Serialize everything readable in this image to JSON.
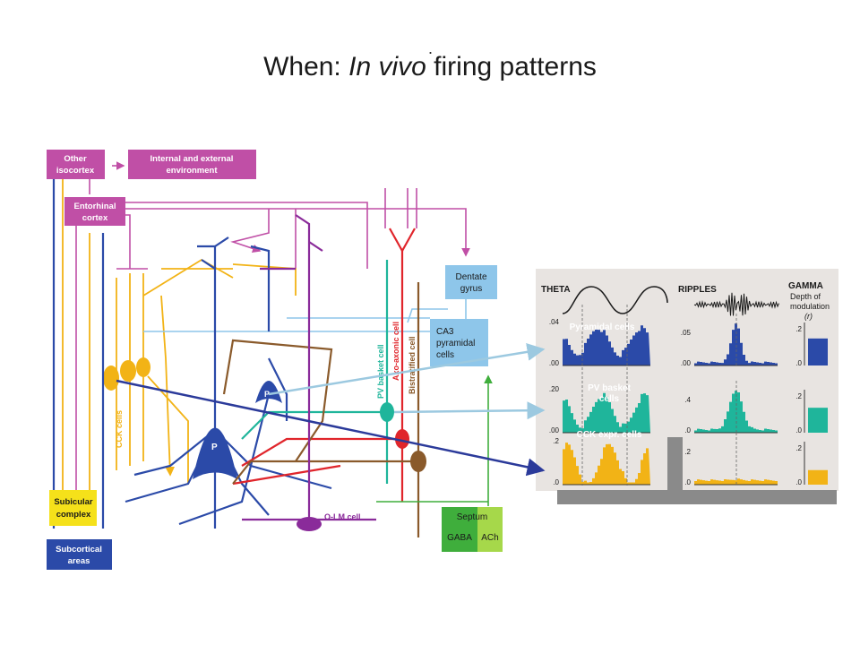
{
  "slide": {
    "dot": ".",
    "title_prefix": "When: ",
    "title_italic": "In vivo",
    "title_suffix": " firing patterns"
  },
  "circuit": {
    "boxes": {
      "other_isocortex": [
        "Other",
        "isocortex"
      ],
      "environment": [
        "Internal and external",
        "environment"
      ],
      "entorhinal": [
        "Entorhinal",
        "cortex"
      ],
      "dentate": [
        "Dentate",
        "gyrus"
      ],
      "ca3": [
        "CA3",
        "pyramidal",
        "cells"
      ],
      "subicular": [
        "Subicular",
        "complex"
      ],
      "subcortical": [
        "Subcortical",
        "areas"
      ],
      "septum": "Septum",
      "gaba": "GABA",
      "ach": "ACh"
    },
    "cells": {
      "cck": "CCK cells",
      "pv_basket": "PV basket cell",
      "axo_axonic": "Axo-axonic cell",
      "bistratified": "Bistratified cell",
      "olm": "O-LM cell",
      "pyramidal": "P",
      "pyramidal_small": "P"
    },
    "colors": {
      "magenta": "#c04fa6",
      "yellow": "#f2b316",
      "blue": "#2b4aa8",
      "teal": "#1fb59b",
      "red": "#e0252b",
      "brown": "#8a5a2b",
      "purple": "#8a2b9a",
      "lightblue": "#8ec6ea",
      "green": "#3fae3c",
      "lightgreen": "#a6d84a"
    }
  },
  "panel": {
    "sections": {
      "theta": "THETA",
      "ripples": "RIPPLES",
      "gamma": "GAMMA",
      "gamma_sub": [
        "Depth of",
        "modulation",
        "(r)"
      ]
    },
    "rows": [
      {
        "name": "Pyramidal cells",
        "color": "#2b4aa8",
        "theta_ticks": [
          ".04",
          ".00"
        ],
        "ripple_ticks": [
          ".05",
          ".00"
        ],
        "gamma_ticks": [
          ".2",
          ".0"
        ],
        "gamma_value": 0.13
      },
      {
        "name": "PV basket cells",
        "color": "#1fb59b",
        "theta_ticks": [
          ".20",
          ".00"
        ],
        "ripple_ticks": [
          ".4",
          ".0"
        ],
        "gamma_ticks": [
          ".2",
          ".0"
        ],
        "gamma_value": 0.12
      },
      {
        "name": "CCK expr. cells",
        "color": "#f2b316",
        "theta_ticks": [
          ".2",
          ".0"
        ],
        "ripple_ticks": [
          ".2",
          ".0"
        ],
        "gamma_ticks": [
          ".2",
          ".0"
        ],
        "gamma_value": 0.07
      }
    ],
    "row_names": {
      "pyr": [
        "Pyramidal cells"
      ],
      "pv": [
        "PV basket",
        "cells"
      ],
      "cck": [
        "CCK expr. cells"
      ]
    }
  }
}
